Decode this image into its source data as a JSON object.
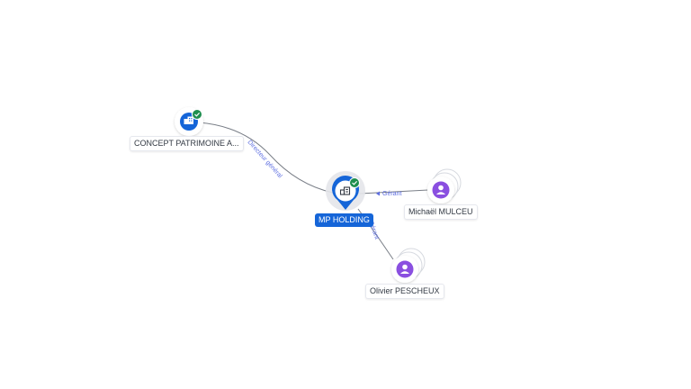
{
  "colors": {
    "company_blue": "#1565d8",
    "person_purple": "#8a4fe0",
    "verified_green": "#1e8e4e",
    "edge_gray": "#7a7f88",
    "edge_label": "#5b6ce0"
  },
  "nodes": {
    "center": {
      "label": "MP HOLDING",
      "type": "company",
      "verified": true,
      "icon": "building-icon"
    },
    "concept": {
      "label": "CONCEPT PATRIMOINE A...",
      "type": "company",
      "verified": true,
      "icon": "building-icon"
    },
    "michael": {
      "label": "Michaël MULCEU",
      "type": "person",
      "icon": "person-icon"
    },
    "olivier": {
      "label": "Olivier PESCHEUX",
      "type": "person",
      "icon": "person-icon"
    }
  },
  "edges": {
    "concept_center": {
      "label": "Directeur général"
    },
    "michael_center": {
      "label": "Gérant"
    },
    "olivier_center": {
      "label": "Gérant"
    }
  }
}
